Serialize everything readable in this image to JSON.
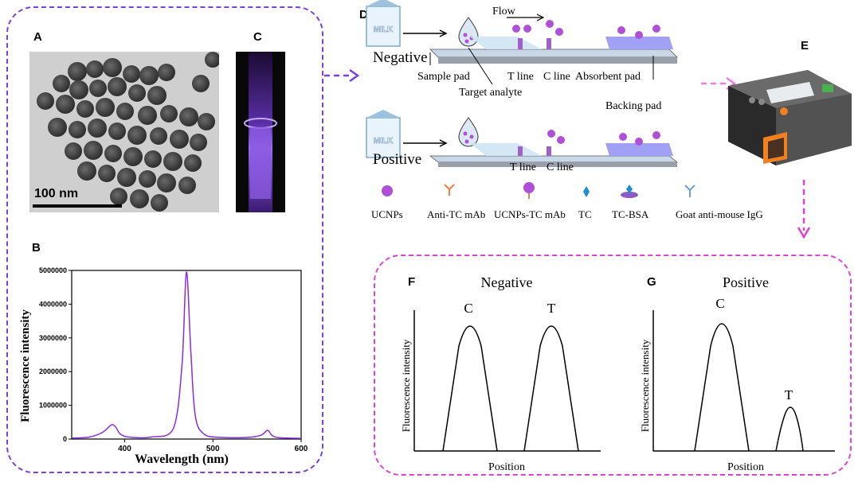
{
  "panels": {
    "A": "A",
    "B": "B",
    "C": "C",
    "D": "D",
    "E": "E",
    "F": "F",
    "G": "G"
  },
  "tem": {
    "scale_label": "100 nm"
  },
  "spectrum": {
    "ylabel": "Fluorescence intensity",
    "xlabel": "Wavelength (nm)",
    "y_ticks": [
      "0",
      "1000000",
      "2000000",
      "3000000",
      "4000000",
      "5000000"
    ],
    "x_ticks": [
      "400",
      "500",
      "600"
    ]
  },
  "chart_data": {
    "type": "line",
    "xlabel": "Wavelength (nm)",
    "ylabel": "Fluorescence intensity",
    "xlim": [
      340,
      600
    ],
    "ylim": [
      0,
      5000000
    ],
    "color": "#8a2be2",
    "x": [
      340,
      360,
      375,
      385,
      390,
      395,
      405,
      430,
      455,
      465,
      470,
      475,
      480,
      490,
      510,
      540,
      555,
      562,
      567,
      575,
      600
    ],
    "y": [
      30000,
      60000,
      200000,
      420000,
      350000,
      150000,
      60000,
      60000,
      300000,
      2200000,
      4950000,
      2600000,
      700000,
      150000,
      50000,
      50000,
      120000,
      260000,
      110000,
      40000,
      20000
    ]
  },
  "flow": {
    "milk_label": "MILK",
    "flow_label": "Flow",
    "negative": "Negative",
    "positive": "Positive",
    "t_line": "T line",
    "c_line": "C line",
    "sample_pad": "Sample pad",
    "target_analyte": "Target analyte",
    "absorbent_pad": "Absorbent pad",
    "backing_pad": "Backing pad"
  },
  "legend": [
    {
      "label": "UCNPs"
    },
    {
      "label": "Anti-TC mAb"
    },
    {
      "label": "UCNPs-TC mAb"
    },
    {
      "label": "TC"
    },
    {
      "label": "TC-BSA"
    },
    {
      "label": "Goat anti-mouse IgG"
    }
  ],
  "results": {
    "negative": {
      "title": "Negative",
      "peak1": "C",
      "peak2": "T",
      "ylabel": "Fluorescence intensity",
      "xlabel": "Position"
    },
    "positive": {
      "title": "Positive",
      "peak1": "C",
      "peak2": "T",
      "ylabel": "Fluorescence intensity",
      "xlabel": "Position"
    }
  },
  "colors": {
    "purple_box": "#7b3fe4",
    "magenta_box": "#e040d8",
    "strip": "#9fa0f0",
    "particle": "#b04fd8"
  }
}
